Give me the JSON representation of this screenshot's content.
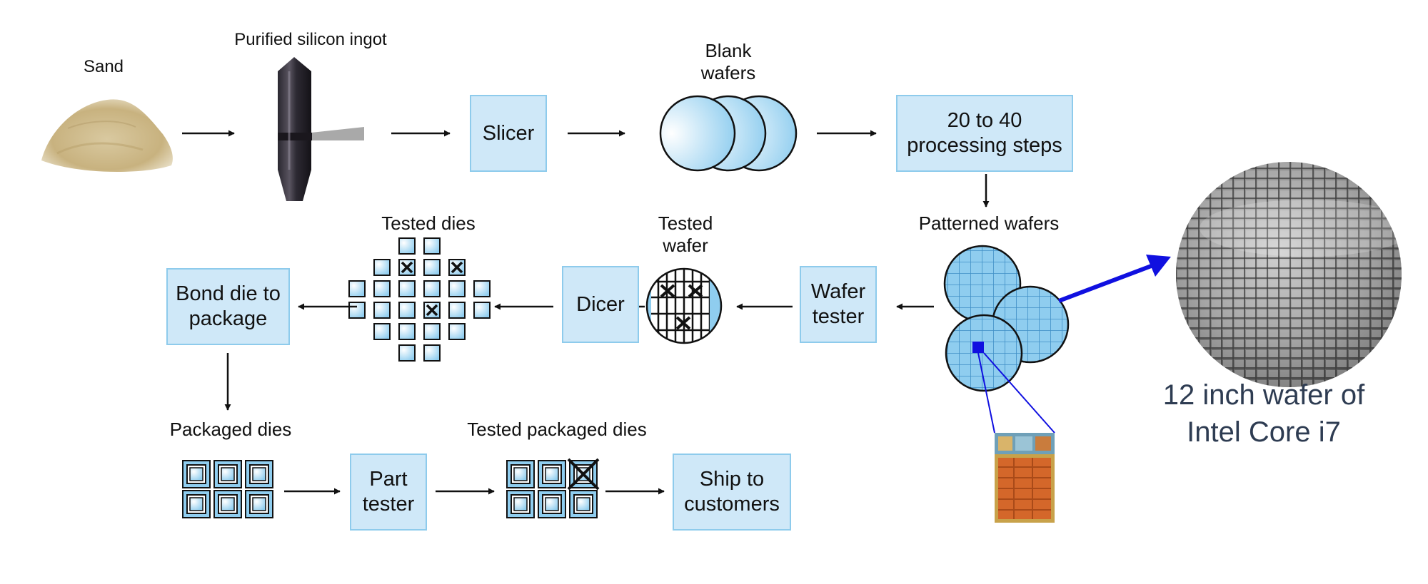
{
  "labels": {
    "sand": "Sand",
    "ingot": "Purified silicon ingot",
    "blank_wafers": [
      "Blank",
      "wafers"
    ],
    "patterned_wafers": "Patterned wafers",
    "tested_wafer": [
      "Tested",
      "wafer"
    ],
    "tested_dies": "Tested dies",
    "packaged_dies": "Packaged dies",
    "tested_packaged_dies": "Tested packaged dies"
  },
  "boxes": {
    "slicer": "Slicer",
    "processing": [
      "20 to 40",
      "processing steps"
    ],
    "wafer_tester": [
      "Wafer",
      "tester"
    ],
    "dicer": "Dicer",
    "bond": [
      "Bond die to",
      "package"
    ],
    "part_tester": [
      "Part",
      "tester"
    ],
    "ship": [
      "Ship to",
      "customers"
    ]
  },
  "caption": [
    "12 inch wafer of",
    "Intel Core i7"
  ],
  "colors": {
    "box_fill": "#cfe8f8",
    "box_border": "#8ecbec",
    "wafer_fill": "#8fcdef",
    "highlight_arrow": "#1010e0",
    "caption_text": "#2e3c52"
  }
}
